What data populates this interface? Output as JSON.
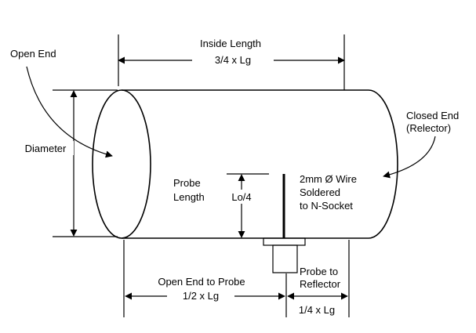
{
  "labels": {
    "inside_length": "Inside Length",
    "inside_length_formula": "3/4 x Lg",
    "open_end": "Open End",
    "diameter": "Diameter",
    "closed_end_line1": "Closed End",
    "closed_end_line2": "(Relector)",
    "probe_length_line1": "Probe",
    "probe_length_line2": "Length",
    "probe_length_formula": "Lo/4",
    "wire_line1": "2mm Ø Wire",
    "wire_line2": "Soldered",
    "wire_line3": "to N-Socket",
    "open_end_to_probe": "Open End to Probe",
    "open_end_to_probe_formula": "1/2 x Lg",
    "probe_to_reflector_line1": "Probe to",
    "probe_to_reflector_line2": "Reflector",
    "probe_to_reflector_formula": "1/4 x Lg"
  },
  "colors": {
    "line": "#000000",
    "background": "#ffffff"
  }
}
